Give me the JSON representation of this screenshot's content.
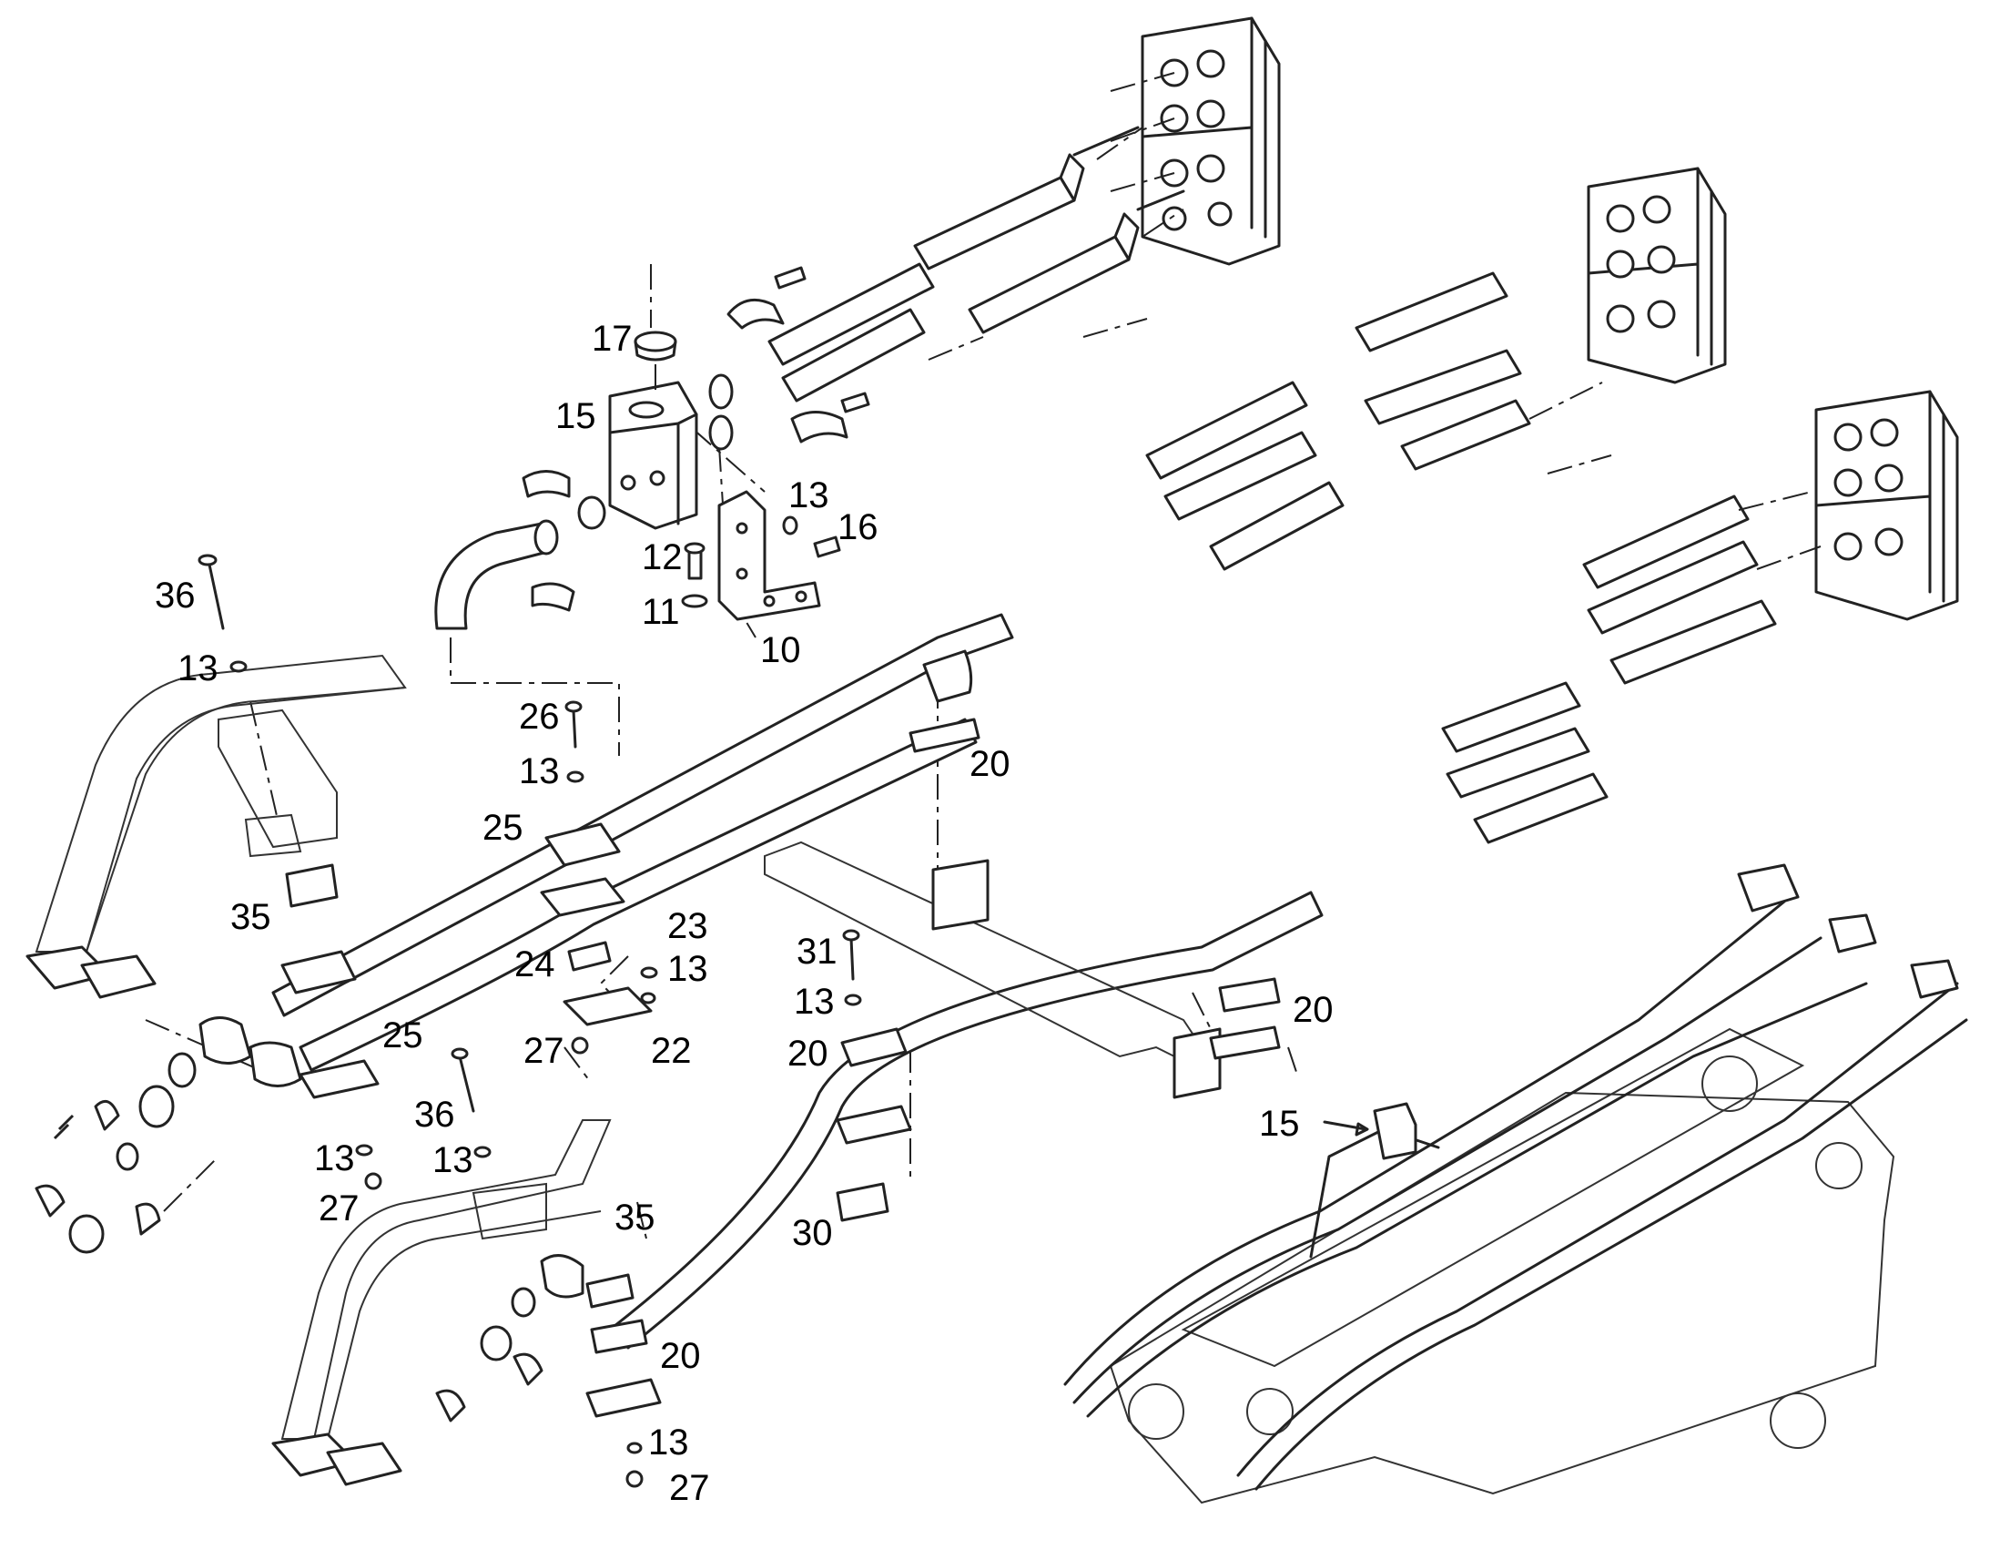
{
  "callouts": [
    {
      "id": "c17a",
      "label": "17"
    },
    {
      "id": "c15a",
      "label": "15"
    },
    {
      "id": "c13a",
      "label": "13"
    },
    {
      "id": "c16",
      "label": "16"
    },
    {
      "id": "c12",
      "label": "12"
    },
    {
      "id": "c11",
      "label": "11"
    },
    {
      "id": "c10",
      "label": "10"
    },
    {
      "id": "c36a",
      "label": "36"
    },
    {
      "id": "c13b",
      "label": "13"
    },
    {
      "id": "c26",
      "label": "26"
    },
    {
      "id": "c13c",
      "label": "13"
    },
    {
      "id": "c20a",
      "label": "20"
    },
    {
      "id": "c25a",
      "label": "25"
    },
    {
      "id": "c35a",
      "label": "35"
    },
    {
      "id": "c23",
      "label": "23"
    },
    {
      "id": "c24",
      "label": "24"
    },
    {
      "id": "c13d",
      "label": "13"
    },
    {
      "id": "c27a",
      "label": "27"
    },
    {
      "id": "c22",
      "label": "22"
    },
    {
      "id": "c31",
      "label": "31"
    },
    {
      "id": "c13e",
      "label": "13"
    },
    {
      "id": "c20b",
      "label": "20"
    },
    {
      "id": "c20c",
      "label": "20"
    },
    {
      "id": "c25b",
      "label": "25"
    },
    {
      "id": "c36b",
      "label": "36"
    },
    {
      "id": "c13f",
      "label": "13"
    },
    {
      "id": "c13g",
      "label": "13"
    },
    {
      "id": "c27b",
      "label": "27"
    },
    {
      "id": "c15b",
      "label": "15"
    },
    {
      "id": "c30",
      "label": "30"
    },
    {
      "id": "c35b",
      "label": "35"
    },
    {
      "id": "c20d",
      "label": "20"
    },
    {
      "id": "c13h",
      "label": "13"
    },
    {
      "id": "c27c",
      "label": "27"
    }
  ]
}
